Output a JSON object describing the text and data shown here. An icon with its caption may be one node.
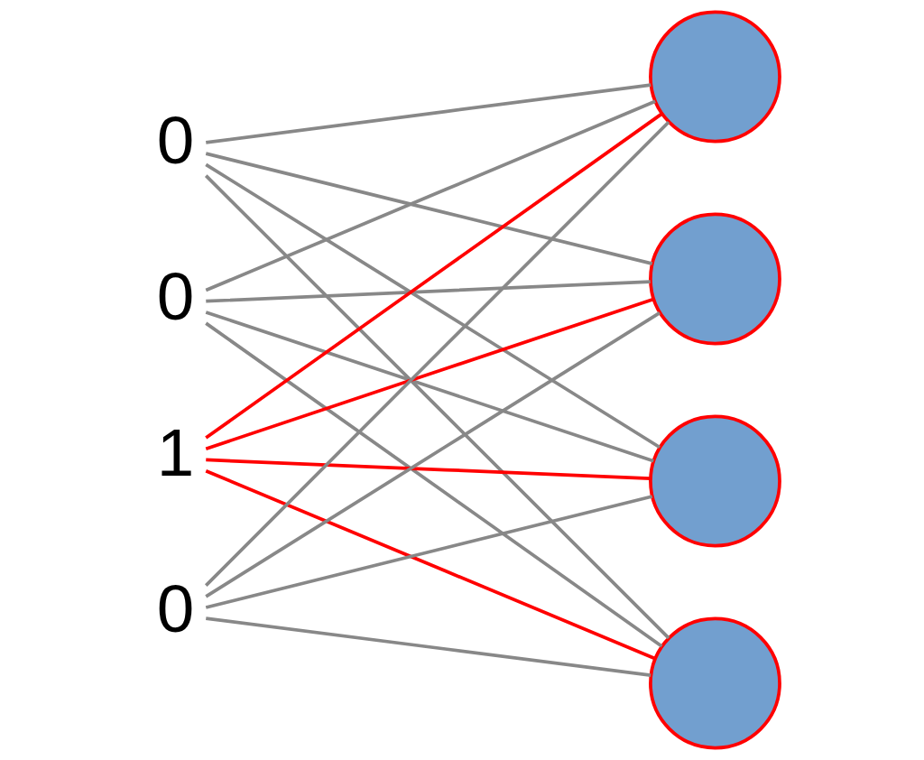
{
  "diagram": {
    "nodes": [
      {
        "text": [
          "0"
        ]
      },
      {
        "text": [
          "0"
        ]
      },
      {
        "text": [
          "1"
        ]
      },
      {
        "text": [
          "0"
        ]
      },
      {
        "text": [],
        "shape": "circle"
      },
      {
        "text": [],
        "shape": "circle"
      },
      {
        "text": [],
        "shape": "circle"
      },
      {
        "text": [],
        "shape": "circle"
      }
    ],
    "edges": [
      {
        "from": 0,
        "to": 4,
        "arrow": "none"
      },
      {
        "from": 0,
        "to": 5,
        "arrow": "none"
      },
      {
        "from": 0,
        "to": 6,
        "arrow": "none"
      },
      {
        "from": 0,
        "to": 7,
        "arrow": "none"
      },
      {
        "from": 1,
        "to": 4,
        "arrow": "none"
      },
      {
        "from": 1,
        "to": 5,
        "arrow": "none"
      },
      {
        "from": 1,
        "to": 6,
        "arrow": "none"
      },
      {
        "from": 1,
        "to": 7,
        "arrow": "none"
      },
      {
        "from": 2,
        "to": 4,
        "arrow": "none",
        "color": "#ff0000"
      },
      {
        "from": 2,
        "to": 5,
        "arrow": "none",
        "color": "#ff0000"
      },
      {
        "from": 2,
        "to": 6,
        "arrow": "none",
        "color": "#ff0000"
      },
      {
        "from": 2,
        "to": 7,
        "arrow": "none",
        "color": "#ff0000"
      },
      {
        "from": 3,
        "to": 4,
        "arrow": "none"
      },
      {
        "from": 3,
        "to": 5,
        "arrow": "none"
      },
      {
        "from": 3,
        "to": 6,
        "arrow": "none"
      },
      {
        "from": 3,
        "to": 7,
        "arrow": "none"
      }
    ]
  }
}
